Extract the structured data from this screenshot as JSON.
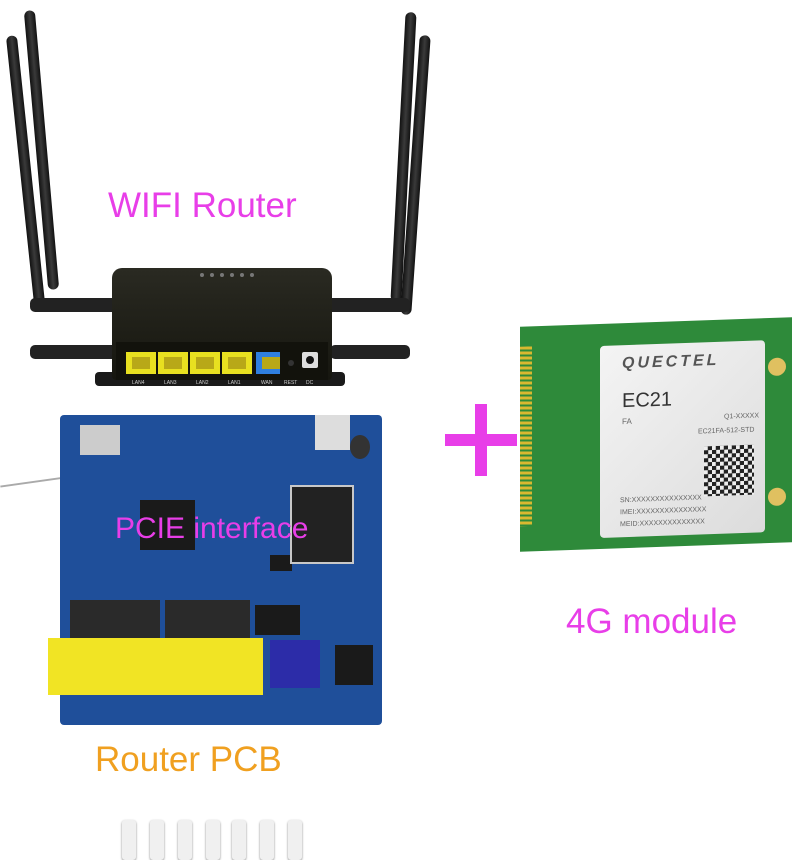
{
  "labels": {
    "wifi_router": "WIFI Router",
    "pcie_interface": "PCIE interface",
    "module_4g": "4G module",
    "router_pcb": "Router PCB",
    "plus": "+"
  },
  "router_ports": [
    "LAN4",
    "LAN3",
    "LAN2",
    "LAN1",
    "WAN",
    "REST",
    "DC"
  ],
  "module": {
    "brand": "QUECTEL",
    "model": "EC21",
    "variant": "FA",
    "code1": "Q1-XXXXX",
    "code2": "EC21FA-512-STD",
    "sn": "SN:XXXXXXXXXXXXXXX",
    "imei": "IMEI:XXXXXXXXXXXXXXX",
    "meid": "MEID:XXXXXXXXXXXXXX"
  },
  "colors": {
    "magenta": "#e83ee8",
    "orange": "#f0a020",
    "pcb_blue": "#1f4f9a",
    "module_green": "#2e8a3a"
  }
}
